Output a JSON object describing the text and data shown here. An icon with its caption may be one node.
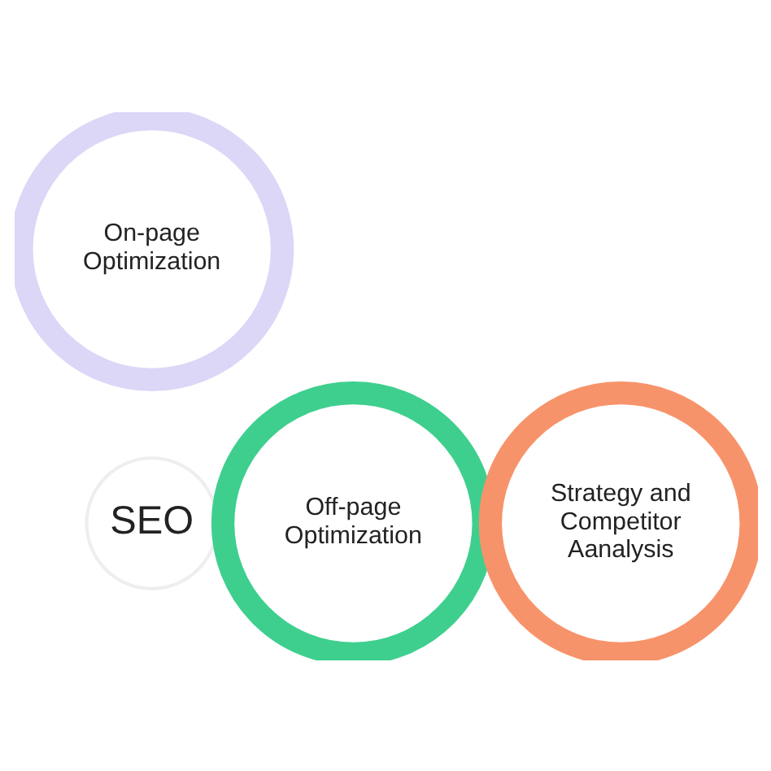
{
  "diagram": {
    "nodes": [
      {
        "text": [
          "On-page Optimization"
        ]
      },
      {
        "text": [
          "SEO"
        ]
      },
      {
        "text": [
          "Off-page Optimization"
        ]
      },
      {
        "text": [
          "Strategy and Competitor Aanalysis"
        ]
      }
    ],
    "edges": []
  }
}
